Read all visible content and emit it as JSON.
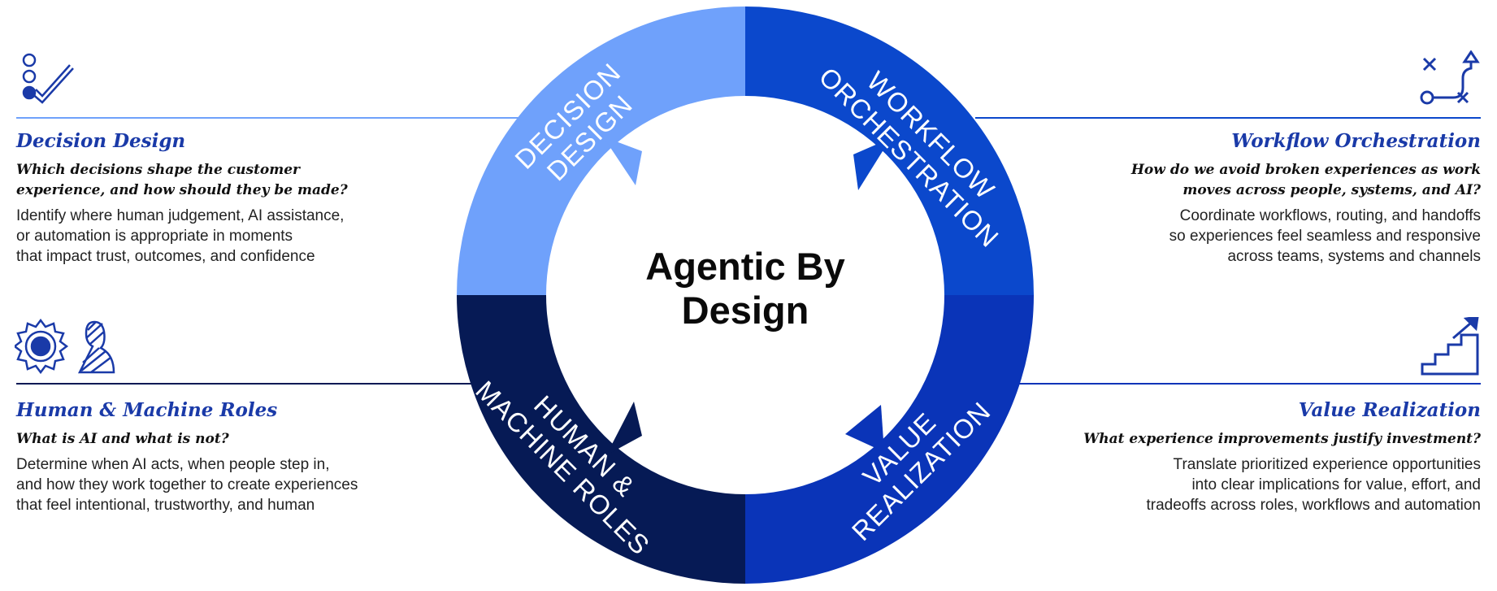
{
  "colors": {
    "decision": "#6fa1fb",
    "workflow": "#0b48cc",
    "value": "#0a34b8",
    "human": "#061a55",
    "accent": "#1a3aa8"
  },
  "diagram": {
    "center_title_line1": "Agentic By",
    "center_title_line2": "Design",
    "segments": [
      {
        "id": "decision",
        "line1": "DECISION",
        "line2": "DESIGN"
      },
      {
        "id": "workflow",
        "line1": "WORKFLOW",
        "line2": "ORCHESTRATION"
      },
      {
        "id": "value",
        "line1": "VALUE",
        "line2": "REALIZATION"
      },
      {
        "id": "human",
        "line1": "HUMAN &",
        "line2": "MACHINE ROLES"
      }
    ]
  },
  "panels": {
    "decision": {
      "title": "Decision Design",
      "question_line1": "Which decisions shape the customer",
      "question_line2": "experience, and how should they be made?",
      "body_line1": "Identify where human judgement, AI assistance,",
      "body_line2": "or automation is appropriate in moments",
      "body_line3": "that impact trust, outcomes, and confidence",
      "icon": "checklist-icon"
    },
    "workflow": {
      "title": "Workflow Orchestration",
      "question_line1": "How do we avoid broken experiences as work",
      "question_line2": "moves across people, systems, and AI?",
      "body_line1": "Coordinate workflows, routing, and handoffs",
      "body_line2": "so experiences feel seamless and responsive",
      "body_line3": "across teams, systems and channels",
      "icon": "strategy-play-icon"
    },
    "human": {
      "title": "Human & Machine Roles",
      "question_line1": "What is AI and what is not?",
      "body_line1": "Determine when AI acts, when people step in,",
      "body_line2": "and how they work together to create experiences",
      "body_line3": "that feel intentional, trustworthy, and human",
      "icon": "gear-person-icon"
    },
    "value": {
      "title": "Value Realization",
      "question_line1": "What experience improvements justify investment?",
      "body_line1": "Translate prioritized experience opportunities",
      "body_line2": "into clear implications for value, effort, and",
      "body_line3": "tradeoffs across roles, workflows and automation",
      "icon": "stairs-growth-icon"
    }
  }
}
